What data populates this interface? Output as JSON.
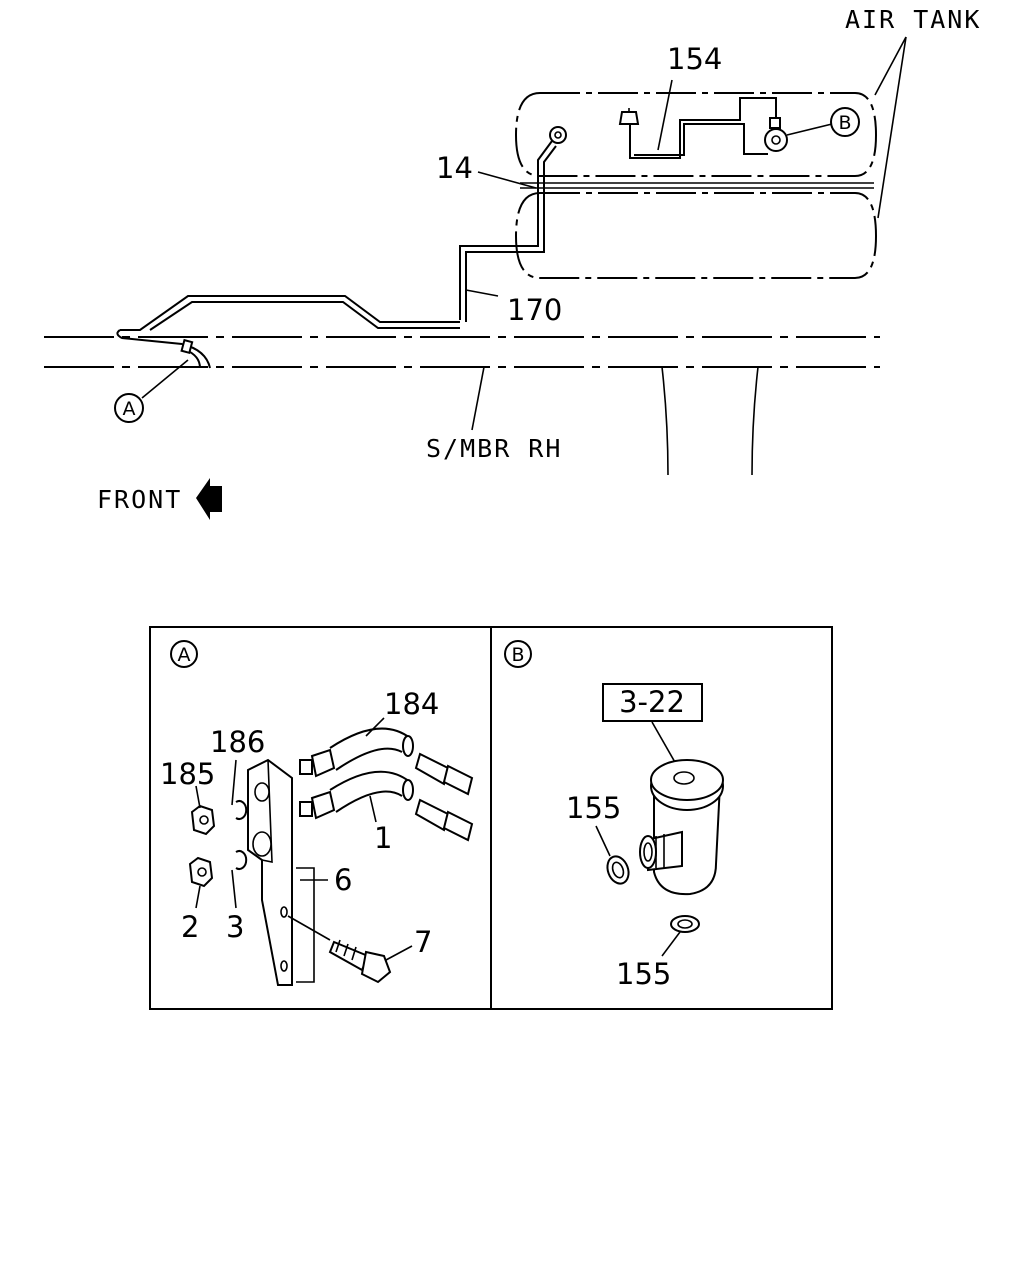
{
  "labels": {
    "air_tank": "AIR TANK",
    "s_mbr_rh": "S/MBR RH",
    "front": "FRONT",
    "p154": "154",
    "p14": "14",
    "p170": "170",
    "p184": "184",
    "p186": "186",
    "p185": "185",
    "p1": "1",
    "p6": "6",
    "p2": "2",
    "p3": "3",
    "p7": "7",
    "p3_22": "3-22",
    "p155_top": "155",
    "p155_bottom": "155"
  },
  "callouts": {
    "A": "A",
    "B": "B"
  },
  "colors": {
    "ink": "#000000",
    "paper": "#ffffff"
  },
  "icons": {
    "front_arrow": "arrow-left-icon"
  }
}
